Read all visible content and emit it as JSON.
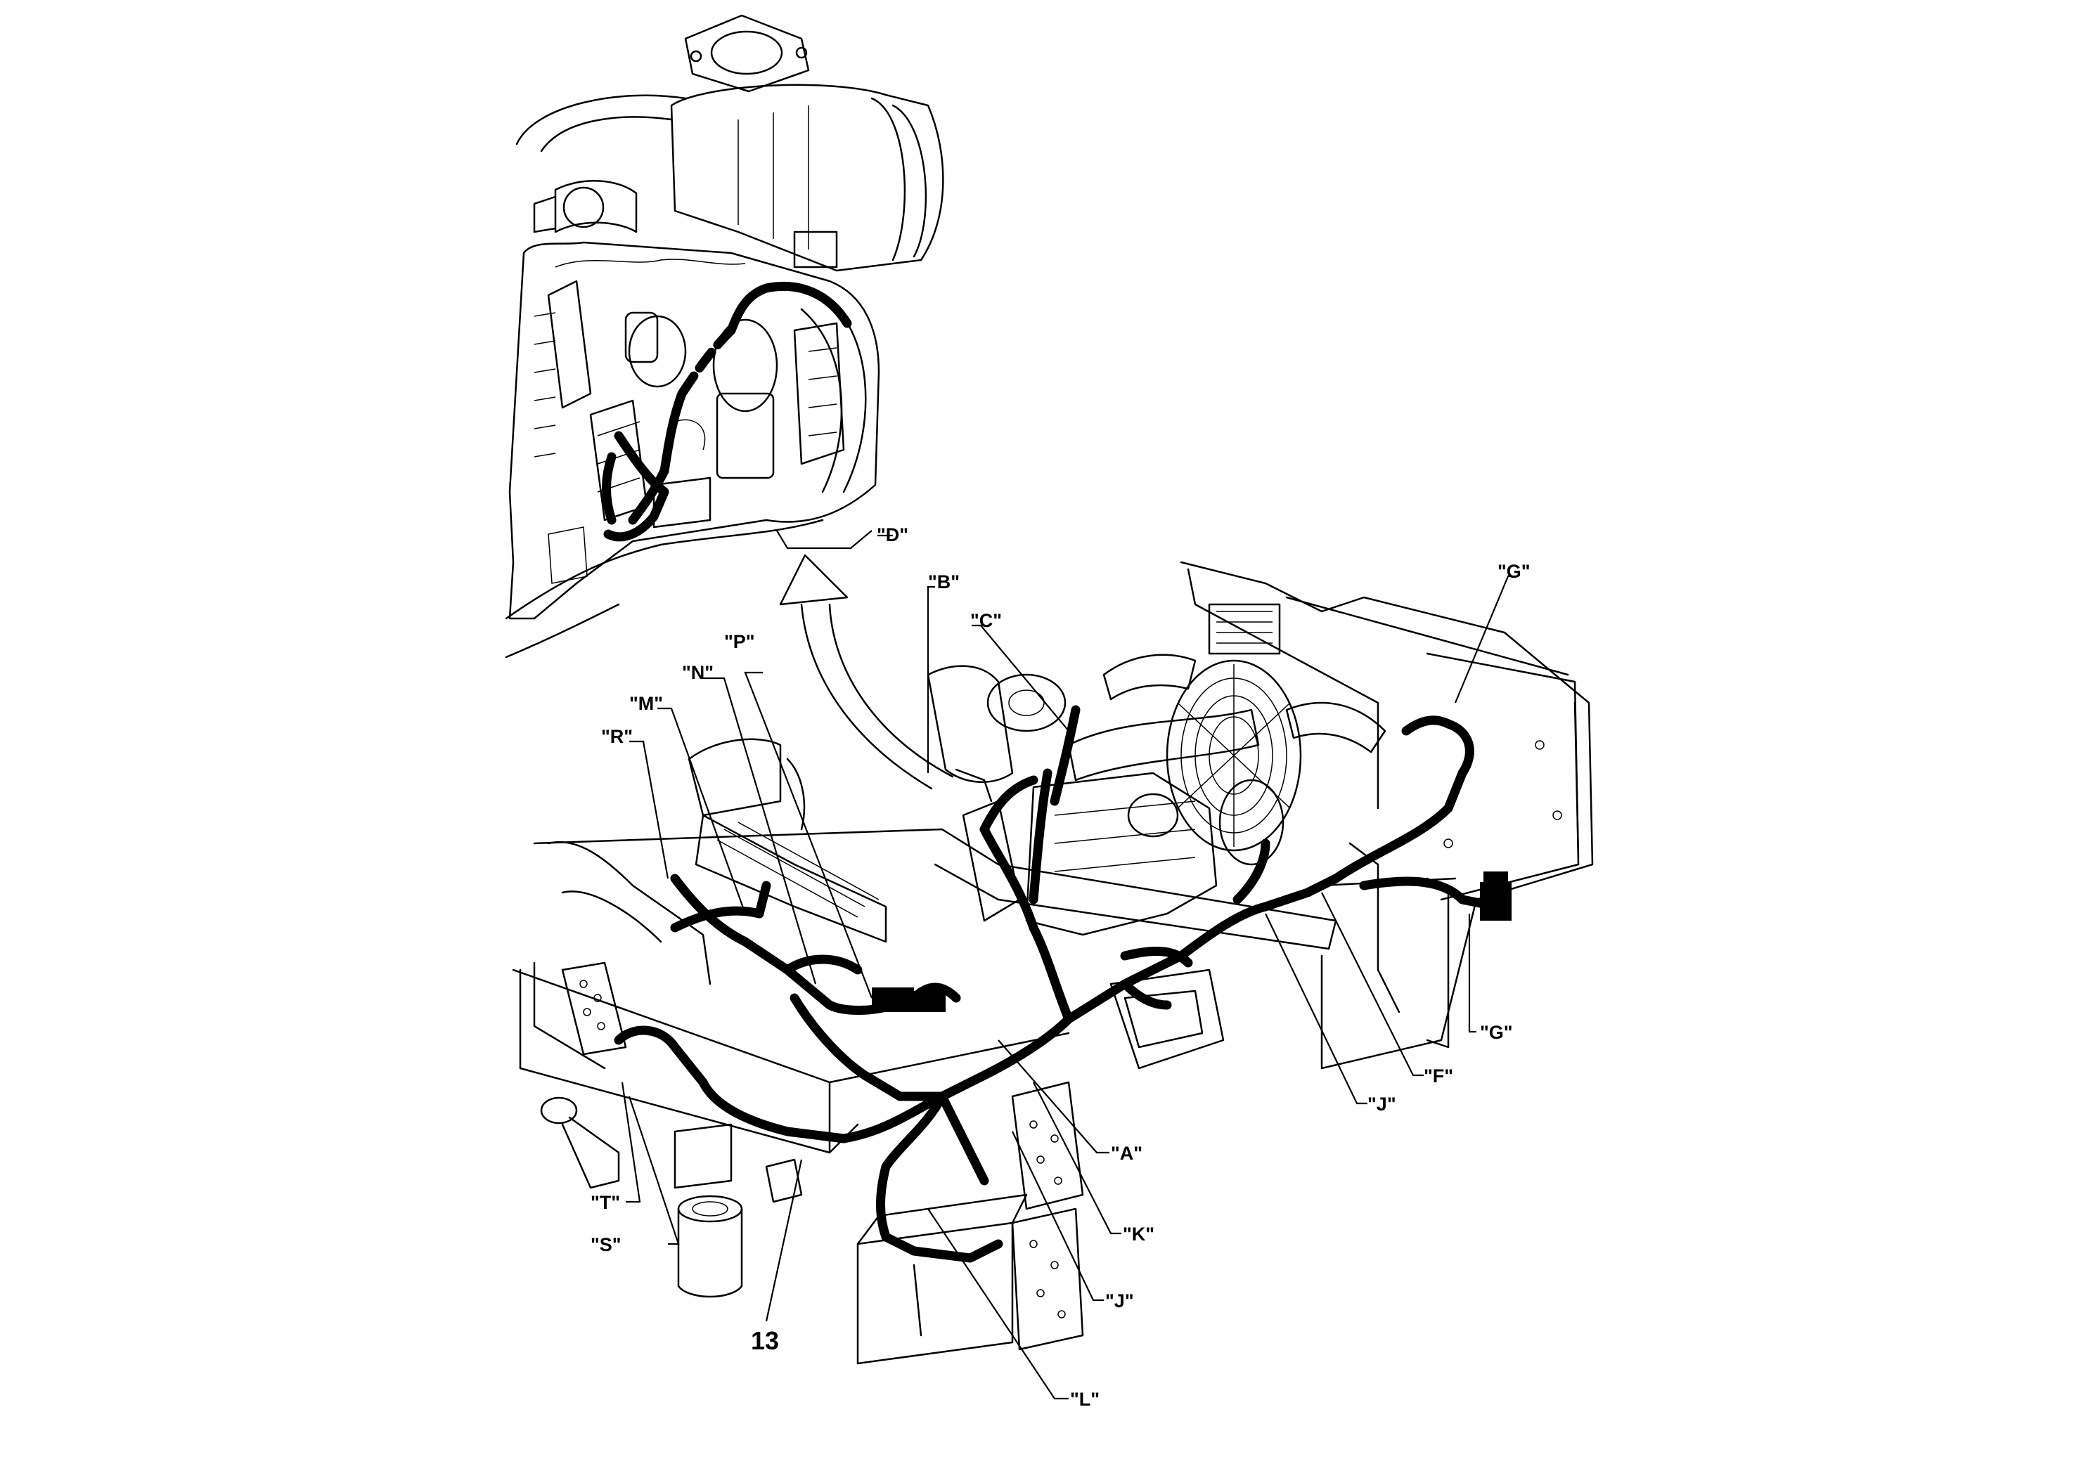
{
  "callouts": {
    "a": "\"A\"",
    "b": "\"B\"",
    "c": "\"C\"",
    "d": "\"D\"",
    "f": "\"F\"",
    "g_top": "\"G\"",
    "g_side": "\"G\"",
    "j_right": "\"J\"",
    "j_lower": "\"J\"",
    "k": "\"K\"",
    "l": "\"L\"",
    "m": "\"M\"",
    "n": "\"N\"",
    "p": "\"P\"",
    "r": "\"R\"",
    "s": "\"S\"",
    "t": "\"T\""
  },
  "item_number": "13"
}
